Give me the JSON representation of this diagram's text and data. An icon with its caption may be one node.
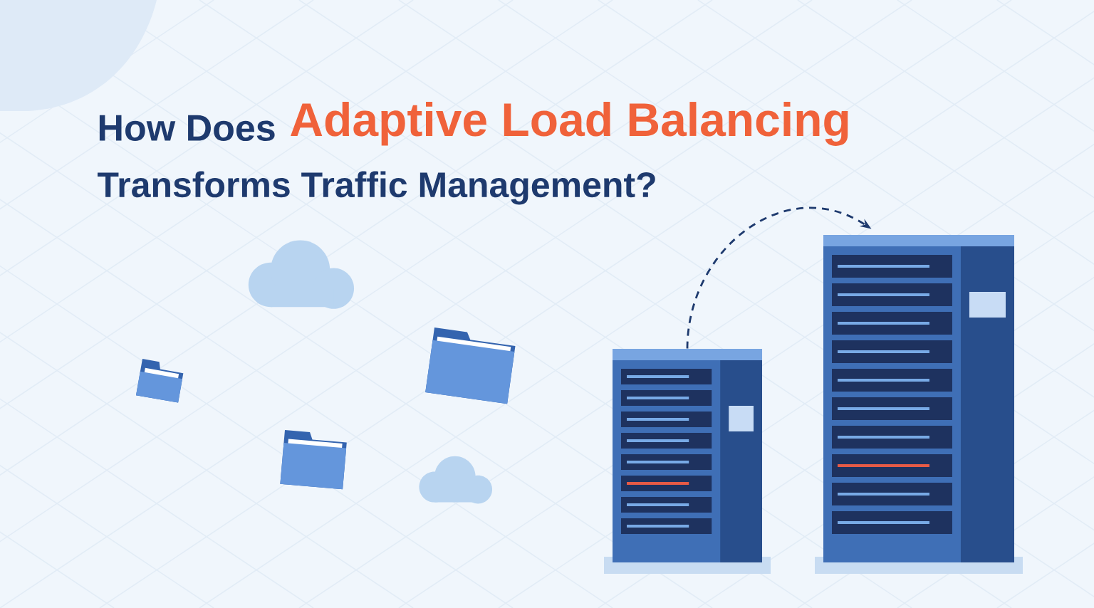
{
  "diagram": {
    "nodes": [
      {
        "text": [],
        "shape": "picture"
      },
      {
        "text": [],
        "shape": "picture"
      }
    ],
    "edges": [
      {
        "from": 0,
        "to": 1,
        "arrow": "to",
        "style": "dashed"
      }
    ],
    "labels": [
      "How Does",
      "Adaptive Load Balancing",
      "Transforms Traffic Management?"
    ]
  }
}
